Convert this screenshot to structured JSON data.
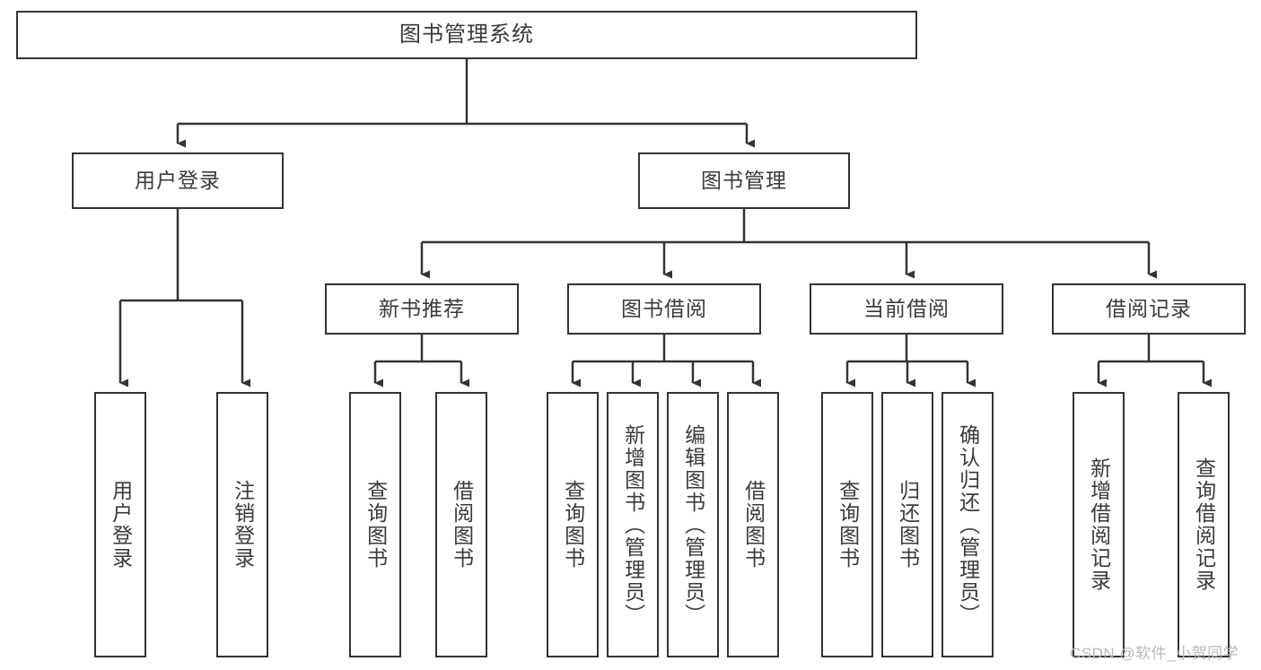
{
  "diagram": {
    "title": "图书管理系统",
    "type": "tree",
    "colors": {
      "border": "#333333",
      "fill": "#ffffff",
      "text": "#3a3a3a",
      "connector": "#333333",
      "watermark": "#b9b9b9",
      "background": "#ffffff"
    },
    "root": {
      "label": "图书管理系统"
    },
    "level2": [
      {
        "label": "用户登录"
      },
      {
        "label": "图书管理"
      }
    ],
    "level3": [
      {
        "label": "新书推荐"
      },
      {
        "label": "图书借阅"
      },
      {
        "label": "当前借阅"
      },
      {
        "label": "借阅记录"
      }
    ],
    "leaves": {
      "user_login": [
        {
          "label": "用户登录"
        },
        {
          "label": "注销登录"
        }
      ],
      "new_book": [
        {
          "label": "查询图书"
        },
        {
          "label": "借阅图书"
        }
      ],
      "borrow_book": [
        {
          "label": "查询图书"
        },
        {
          "label": "新增图书（管理员）"
        },
        {
          "label": "编辑图书（管理员）"
        },
        {
          "label": "借阅图书"
        }
      ],
      "current_borrow": [
        {
          "label": "查询图书"
        },
        {
          "label": "归还图书"
        },
        {
          "label": "确认归还（管理员）"
        }
      ],
      "borrow_record": [
        {
          "label": "新增借阅记录"
        },
        {
          "label": "查询借阅记录"
        }
      ]
    },
    "watermark": "CSDN @软件_小贺同学"
  }
}
